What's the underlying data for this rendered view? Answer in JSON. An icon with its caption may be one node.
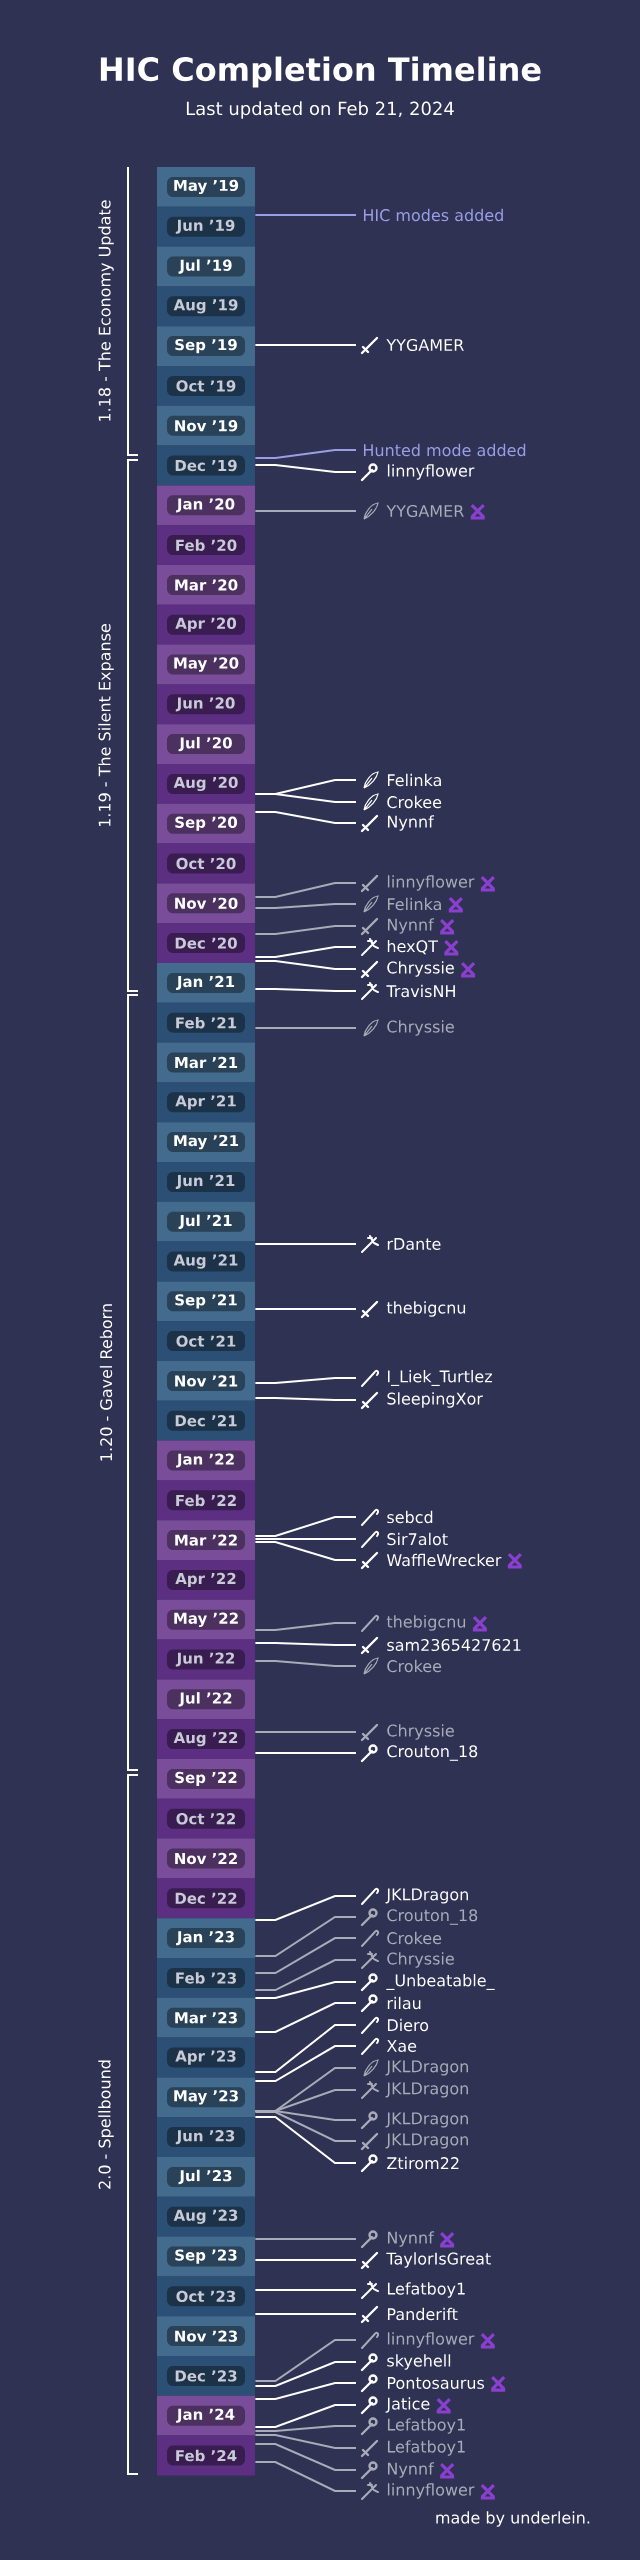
{
  "diagram": {
    "title": "HIC Completion Timeline",
    "nodes": [
      {
        "text": [
          "May ’19"
        ]
      },
      {
        "text": [
          "Jun ’19"
        ]
      },
      {
        "text": [
          "Jul ’19"
        ]
      },
      {
        "text": [
          "Aug ’19"
        ]
      },
      {
        "text": [
          "Sep ’19"
        ]
      },
      {
        "text": [
          "Oct ’19"
        ]
      },
      {
        "text": [
          "Nov ’19"
        ]
      },
      {
        "text": [
          "Dec ’19"
        ]
      },
      {
        "text": [
          "Jan ’20"
        ]
      },
      {
        "text": [
          "Feb ’20"
        ]
      },
      {
        "text": [
          "Mar ’20"
        ]
      },
      {
        "text": [
          "Apr ’20"
        ]
      },
      {
        "text": [
          "May ’20"
        ]
      },
      {
        "text": [
          "Jun ’20"
        ]
      },
      {
        "text": [
          "Jul ’20"
        ]
      },
      {
        "text": [
          "Aug ’20"
        ]
      },
      {
        "text": [
          "Sep ’20"
        ]
      },
      {
        "text": [
          "Oct ’20"
        ]
      },
      {
        "text": [
          "Nov ’20"
        ]
      },
      {
        "text": [
          "Dec ’20"
        ]
      },
      {
        "text": [
          "Jan ’21"
        ]
      },
      {
        "text": [
          "Feb ’21"
        ]
      },
      {
        "text": [
          "Mar ’21"
        ]
      },
      {
        "text": [
          "Apr ’21"
        ]
      },
      {
        "text": [
          "May ’21"
        ]
      },
      {
        "text": [
          "Jun ’21"
        ]
      },
      {
        "text": [
          "Jul ’21"
        ]
      },
      {
        "text": [
          "Aug ’21"
        ]
      },
      {
        "text": [
          "Sep ’21"
        ]
      },
      {
        "text": [
          "Oct ’21"
        ]
      },
      {
        "text": [
          "Nov ’21"
        ]
      },
      {
        "text": [
          "Dec ’21"
        ]
      },
      {
        "text": [
          "Jan ’22"
        ]
      },
      {
        "text": [
          "Feb ’22"
        ]
      },
      {
        "text": [
          "Mar ’22"
        ]
      },
      {
        "text": [
          "Apr ’22"
        ]
      },
      {
        "text": [
          "May ’22"
        ]
      },
      {
        "text": [
          "Jun ’22"
        ]
      },
      {
        "text": [
          "Jul ’22"
        ]
      },
      {
        "text": [
          "Aug ’22"
        ]
      },
      {
        "text": [
          "Sep ’22"
        ]
      },
      {
        "text": [
          "Oct ’22"
        ]
      },
      {
        "text": [
          "Nov ’22"
        ]
      },
      {
        "text": [
          "Dec ’22"
        ]
      },
      {
        "text": [
          "Jan ’23"
        ]
      },
      {
        "text": [
          "Feb ’23"
        ]
      },
      {
        "text": [
          "Mar ’23"
        ]
      },
      {
        "text": [
          "Apr ’23"
        ]
      },
      {
        "text": [
          "May ’23"
        ]
      },
      {
        "text": [
          "Jun ’23"
        ]
      },
      {
        "text": [
          "Jul ’23"
        ]
      },
      {
        "text": [
          "Aug ’23"
        ]
      },
      {
        "text": [
          "Sep ’23"
        ]
      },
      {
        "text": [
          "Oct ’23"
        ]
      },
      {
        "text": [
          "Nov ’23"
        ]
      },
      {
        "text": [
          "Dec ’23"
        ]
      },
      {
        "text": [
          "Jan ’24"
        ]
      },
      {
        "text": [
          "Feb ’24"
        ]
      },
      {
        "text": [
          "HIC modes added"
        ]
      },
      {
        "text": [
          "YYGAMER"
        ]
      },
      {
        "text": [
          "Hunted mode added"
        ]
      },
      {
        "text": [
          "linnyflower"
        ]
      },
      {
        "text": [
          "YYGAMER"
        ]
      },
      {
        "text": [
          "Felinka"
        ]
      },
      {
        "text": [
          "Crokee"
        ]
      },
      {
        "text": [
          "Nynnf"
        ]
      },
      {
        "text": [
          "linnyflower"
        ]
      },
      {
        "text": [
          "Felinka"
        ]
      },
      {
        "text": [
          "Nynnf"
        ]
      },
      {
        "text": [
          "hexQT"
        ]
      },
      {
        "text": [
          "Chryssie"
        ]
      },
      {
        "text": [
          "TravisNH"
        ]
      },
      {
        "text": [
          "Chryssie"
        ]
      },
      {
        "text": [
          "rDante"
        ]
      },
      {
        "text": [
          "thebigcnu"
        ]
      },
      {
        "text": [
          "I_Liek_Turtlez"
        ]
      },
      {
        "text": [
          "SleepingXor"
        ]
      },
      {
        "text": [
          "sebcd"
        ]
      },
      {
        "text": [
          "Sir7alot"
        ]
      },
      {
        "text": [
          "WaffleWrecker"
        ]
      },
      {
        "text": [
          "thebigcnu"
        ]
      },
      {
        "text": [
          "sam2365427621"
        ]
      },
      {
        "text": [
          "Crokee"
        ]
      },
      {
        "text": [
          "Chryssie"
        ]
      },
      {
        "text": [
          "Crouton_18"
        ]
      },
      {
        "text": [
          "JKLDragon"
        ]
      },
      {
        "text": [
          "Crouton_18"
        ]
      },
      {
        "text": [
          "Crokee"
        ]
      },
      {
        "text": [
          "Chryssie"
        ]
      },
      {
        "text": [
          "_Unbeatable_"
        ]
      },
      {
        "text": [
          "rilau"
        ]
      },
      {
        "text": [
          "Diero"
        ]
      },
      {
        "text": [
          "Xae"
        ]
      },
      {
        "text": [
          "JKLDragon"
        ]
      },
      {
        "text": [
          "JKLDragon"
        ]
      },
      {
        "text": [
          "JKLDragon"
        ]
      },
      {
        "text": [
          "JKLDragon"
        ]
      },
      {
        "text": [
          "Ztirom22"
        ]
      },
      {
        "text": [
          "Nynnf"
        ]
      },
      {
        "text": [
          "TaylorIsGreat"
        ]
      },
      {
        "text": [
          "Lefatboy1"
        ]
      },
      {
        "text": [
          "Panderift"
        ]
      },
      {
        "text": [
          "linnyflower"
        ]
      },
      {
        "text": [
          "skyehell"
        ]
      },
      {
        "text": [
          "Pontosaurus"
        ]
      },
      {
        "text": [
          "Jatice"
        ]
      },
      {
        "text": [
          "Lefatboy1"
        ]
      },
      {
        "text": [
          "Lefatboy1"
        ]
      },
      {
        "text": [
          "Nynnf"
        ]
      },
      {
        "text": [
          "linnyflower"
        ]
      }
    ],
    "edges": [
      {
        "from": 1,
        "to": 58,
        "arrow": "none",
        "color": "#9a9ee6"
      },
      {
        "from": 4,
        "to": 59,
        "arrow": "none"
      },
      {
        "from": 7,
        "to": 60,
        "arrow": "none",
        "color": "#9a9ee6"
      },
      {
        "from": 7,
        "to": 61,
        "arrow": "none"
      },
      {
        "from": 8,
        "to": 62,
        "arrow": "none",
        "color": "#a9acb8"
      },
      {
        "from": 15,
        "to": 63,
        "arrow": "none"
      },
      {
        "from": 15,
        "to": 64,
        "arrow": "none"
      },
      {
        "from": 16,
        "to": 65,
        "arrow": "none"
      },
      {
        "from": 18,
        "to": 66,
        "arrow": "none",
        "color": "#a9acb8"
      },
      {
        "from": 18,
        "to": 67,
        "arrow": "none",
        "color": "#a9acb8"
      },
      {
        "from": 19,
        "to": 68,
        "arrow": "none",
        "color": "#a9acb8"
      },
      {
        "from": 19,
        "to": 69,
        "arrow": "none"
      },
      {
        "from": 19,
        "to": 70,
        "arrow": "none"
      },
      {
        "from": 20,
        "to": 71,
        "arrow": "none"
      },
      {
        "from": 21,
        "to": 72,
        "arrow": "none",
        "color": "#a9acb8"
      },
      {
        "from": 27,
        "to": 73,
        "arrow": "none"
      },
      {
        "from": 28,
        "to": 74,
        "arrow": "none"
      },
      {
        "from": 30,
        "to": 75,
        "arrow": "none"
      },
      {
        "from": 30,
        "to": 76,
        "arrow": "none"
      },
      {
        "from": 34,
        "to": 77,
        "arrow": "none"
      },
      {
        "from": 34,
        "to": 78,
        "arrow": "none"
      },
      {
        "from": 34,
        "to": 79,
        "arrow": "none"
      },
      {
        "from": 36,
        "to": 80,
        "arrow": "none",
        "color": "#a9acb8"
      },
      {
        "from": 37,
        "to": 81,
        "arrow": "none"
      },
      {
        "from": 37,
        "to": 82,
        "arrow": "none",
        "color": "#a9acb8"
      },
      {
        "from": 39,
        "to": 83,
        "arrow": "none",
        "color": "#a9acb8"
      },
      {
        "from": 39,
        "to": 84,
        "arrow": "none"
      },
      {
        "from": 44,
        "to": 85,
        "arrow": "none"
      },
      {
        "from": 44,
        "to": 86,
        "arrow": "none",
        "color": "#a9acb8"
      },
      {
        "from": 45,
        "to": 87,
        "arrow": "none",
        "color": "#a9acb8"
      },
      {
        "from": 45,
        "to": 88,
        "arrow": "none",
        "color": "#a9acb8"
      },
      {
        "from": 46,
        "to": 89,
        "arrow": "none"
      },
      {
        "from": 46,
        "to": 90,
        "arrow": "none"
      },
      {
        "from": 47,
        "to": 91,
        "arrow": "none"
      },
      {
        "from": 48,
        "to": 92,
        "arrow": "none"
      },
      {
        "from": 48,
        "to": 93,
        "arrow": "none",
        "color": "#a9acb8"
      },
      {
        "from": 48,
        "to": 94,
        "arrow": "none",
        "color": "#a9acb8"
      },
      {
        "from": 48,
        "to": 95,
        "arrow": "none",
        "color": "#a9acb8"
      },
      {
        "from": 48,
        "to": 96,
        "arrow": "none",
        "color": "#a9acb8"
      },
      {
        "from": 48,
        "to": 97,
        "arrow": "none"
      },
      {
        "from": 52,
        "to": 98,
        "arrow": "none",
        "color": "#a9acb8"
      },
      {
        "from": 52,
        "to": 99,
        "arrow": "none"
      },
      {
        "from": 53,
        "to": 100,
        "arrow": "none"
      },
      {
        "from": 53,
        "to": 101,
        "arrow": "none"
      },
      {
        "from": 55,
        "to": 102,
        "arrow": "none",
        "color": "#a9acb8"
      },
      {
        "from": 55,
        "to": 103,
        "arrow": "none"
      },
      {
        "from": 56,
        "to": 104,
        "arrow": "none"
      },
      {
        "from": 56,
        "to": 105,
        "arrow": "none"
      },
      {
        "from": 56,
        "to": 106,
        "arrow": "none",
        "color": "#a9acb8"
      },
      {
        "from": 56,
        "to": 107,
        "arrow": "none",
        "color": "#a9acb8"
      },
      {
        "from": 57,
        "to": 108,
        "arrow": "none",
        "color": "#a9acb8"
      },
      {
        "from": 57,
        "to": 109,
        "arrow": "none",
        "color": "#a9acb8"
      }
    ],
    "labels": [
      "Last updated on Feb 21, 2024",
      "1.18 - The Economy Update",
      "1.19 - The Silent Expanse",
      "1.20 - Gavel Reborn",
      "2.0 - Spellbound",
      "made by underlein."
    ]
  }
}
